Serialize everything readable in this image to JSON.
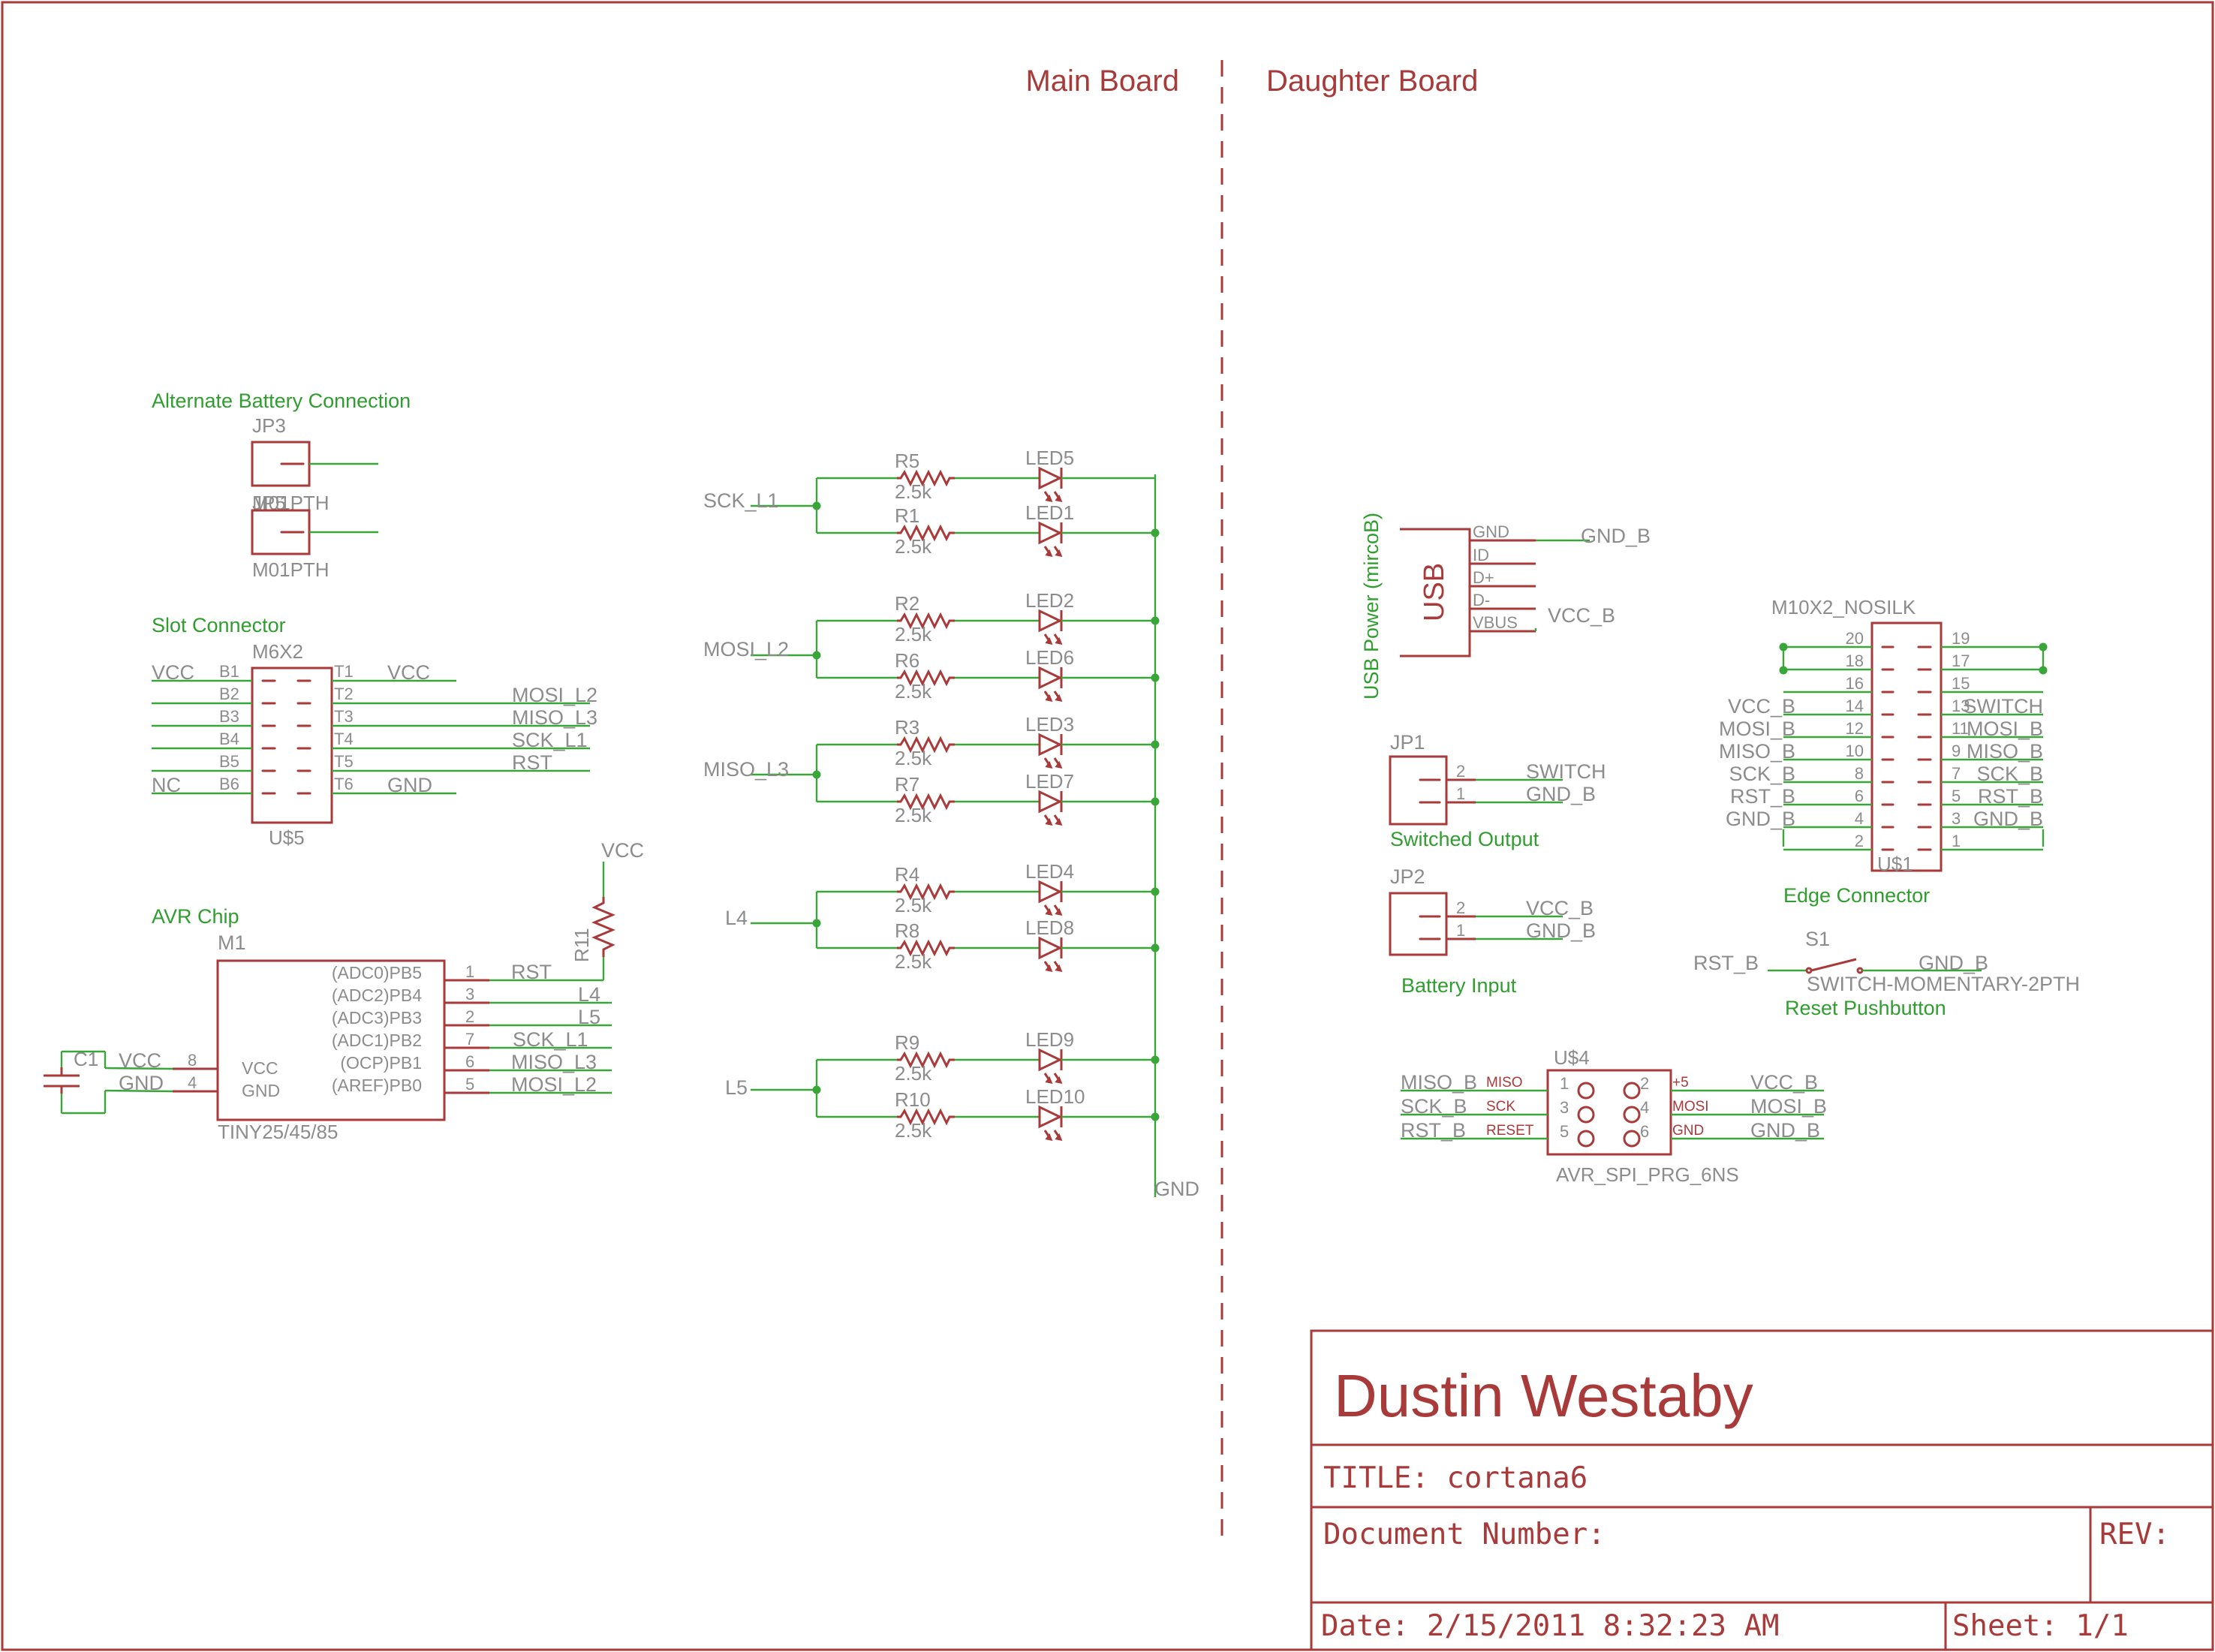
{
  "sections": {
    "main_board": "Main Board",
    "daughter_board": "Daughter Board"
  },
  "groups": {
    "alt_battery": "Alternate Battery Connection",
    "slot_connector": "Slot Connector",
    "avr_chip": "AVR Chip",
    "usb_power": "USB Power (mircoB)",
    "switched_output": "Switched Output",
    "battery_input": "Battery Input",
    "edge_connector": "Edge Connector",
    "reset_pushbutton": "Reset Pushbutton"
  },
  "jp3": {
    "name": "JP3",
    "value": "M01PTH"
  },
  "jp5": {
    "name": "JP5",
    "value": "M01PTH"
  },
  "slot": {
    "name": "M6X2",
    "ref": "U$5",
    "left_pins": [
      "B1",
      "B2",
      "B3",
      "B4",
      "B5",
      "B6"
    ],
    "right_pins": [
      "T1",
      "T2",
      "T3",
      "T4",
      "T5",
      "T6"
    ],
    "left_nets": [
      "VCC",
      "",
      "",
      "",
      "",
      "NC"
    ],
    "right_nets": [
      "VCC",
      "MOSI_L2",
      "MISO_L3",
      "SCK_L1",
      "RST",
      "GND"
    ]
  },
  "avr": {
    "name": "M1",
    "value": "TINY25/45/85",
    "inner_left": [
      "VCC",
      "GND"
    ],
    "left_pin_nums": [
      "8",
      "4"
    ],
    "left_nets": [
      "VCC",
      "GND"
    ],
    "pins": [
      "(ADC0)PB5",
      "(ADC2)PB4",
      "(ADC3)PB3",
      "(ADC1)PB2",
      "(OCP)PB1",
      "(AREF)PB0"
    ],
    "pin_nums": [
      "1",
      "3",
      "2",
      "7",
      "6",
      "5"
    ],
    "nets": [
      "RST",
      "L4",
      "L5",
      "SCK_L1",
      "MISO_L3",
      "MOSI_L2"
    ],
    "c1": "C1",
    "r11": "R11",
    "r11_net": "VCC"
  },
  "led_rows": [
    {
      "r": "R5",
      "rv": "2.5k",
      "led": "LED5"
    },
    {
      "r": "R1",
      "rv": "2.5k",
      "led": "LED1"
    },
    {
      "r": "R2",
      "rv": "2.5k",
      "led": "LED2"
    },
    {
      "r": "R6",
      "rv": "2.5k",
      "led": "LED6"
    },
    {
      "r": "R3",
      "rv": "2.5k",
      "led": "LED3"
    },
    {
      "r": "R7",
      "rv": "2.5k",
      "led": "LED7"
    },
    {
      "r": "R4",
      "rv": "2.5k",
      "led": "LED4"
    },
    {
      "r": "R8",
      "rv": "2.5k",
      "led": "LED8"
    },
    {
      "r": "R9",
      "rv": "2.5k",
      "led": "LED9"
    },
    {
      "r": "R10",
      "rv": "2.5k",
      "led": "LED10"
    }
  ],
  "led_inputs": [
    "SCK_L1",
    "MOSI_L2",
    "MISO_L3",
    "L4",
    "L5"
  ],
  "led_gnd": "GND",
  "usb": {
    "label": "USB",
    "pins": [
      "GND",
      "ID",
      "D+",
      "D-",
      "VBUS"
    ],
    "gnd_net": "GND_B",
    "vcc_net": "VCC_B"
  },
  "jp1": {
    "name": "JP1",
    "pins": [
      "2",
      "1"
    ],
    "nets": [
      "SWITCH",
      "GND_B"
    ]
  },
  "jp2": {
    "name": "JP2",
    "pins": [
      "2",
      "1"
    ],
    "nets": [
      "VCC_B",
      "GND_B"
    ]
  },
  "edge": {
    "name": "M10X2_NOSILK",
    "ref": "U$1",
    "left_pins": [
      "20",
      "18",
      "16",
      "14",
      "12",
      "10",
      "8",
      "6",
      "4",
      "2"
    ],
    "right_pins": [
      "19",
      "17",
      "15",
      "13",
      "11",
      "9",
      "7",
      "5",
      "3",
      "1"
    ],
    "left_nets": [
      "",
      "",
      "",
      "VCC_B",
      "MOSI_B",
      "MISO_B",
      "SCK_B",
      "RST_B",
      "GND_B",
      ""
    ],
    "right_nets": [
      "",
      "",
      "",
      "SWITCH",
      "MOSI_B",
      "MISO_B",
      "SCK_B",
      "RST_B",
      "GND_B",
      ""
    ]
  },
  "s1": {
    "name": "S1",
    "value": "SWITCH-MOMENTARY-2PTH",
    "left_net": "RST_B",
    "right_net": "GND_B"
  },
  "isp": {
    "name": "U$4",
    "value": "AVR_SPI_PRG_6NS",
    "left_nets": [
      "MISO_B",
      "SCK_B",
      "RST_B"
    ],
    "left_nums": [
      "1",
      "3",
      "5"
    ],
    "left_funcs": [
      "MISO",
      "SCK",
      "RESET"
    ],
    "right_nums": [
      "2",
      "4",
      "6"
    ],
    "right_funcs": [
      "+5",
      "MOSI",
      "GND"
    ],
    "right_nets": [
      "VCC_B",
      "MOSI_B",
      "GND_B"
    ]
  },
  "title_block": {
    "author": "Dustin Westaby",
    "title": "TITLE: cortana6",
    "doc_number": "Document Number:",
    "rev": "REV:",
    "date": "Date: 2/15/2011 8:32:23 AM",
    "sheet": "Sheet: 1/1"
  }
}
